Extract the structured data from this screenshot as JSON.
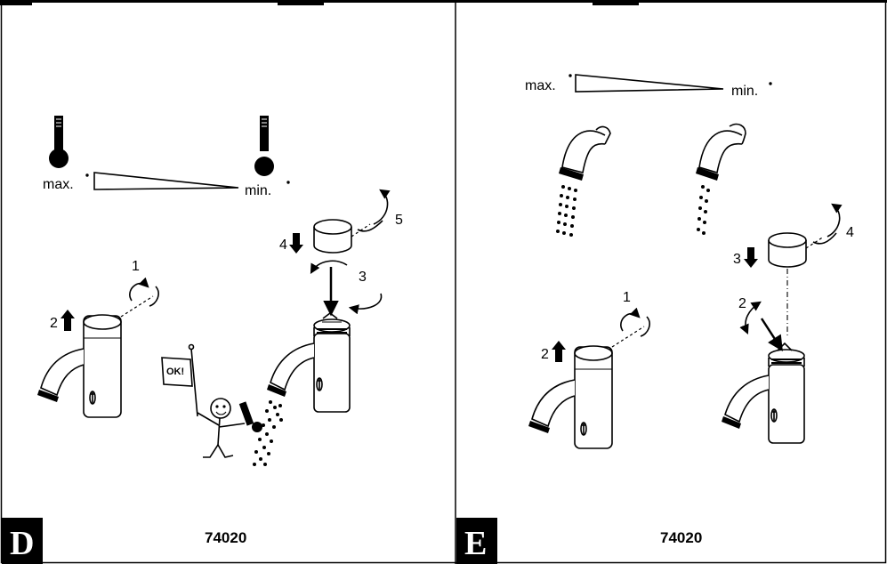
{
  "panels": [
    {
      "letter": "D",
      "code": "74020",
      "scale": {
        "max": "max.",
        "min": "min."
      },
      "steps": [
        "1",
        "2",
        "3",
        "4",
        "5"
      ],
      "flag": "OK!"
    },
    {
      "letter": "E",
      "code": "74020",
      "scale": {
        "max": "max.",
        "min": "min."
      },
      "steps": [
        "1",
        "2",
        "2",
        "3",
        "4"
      ]
    }
  ],
  "colors": {
    "line": "#000000",
    "background": "#ffffff"
  }
}
